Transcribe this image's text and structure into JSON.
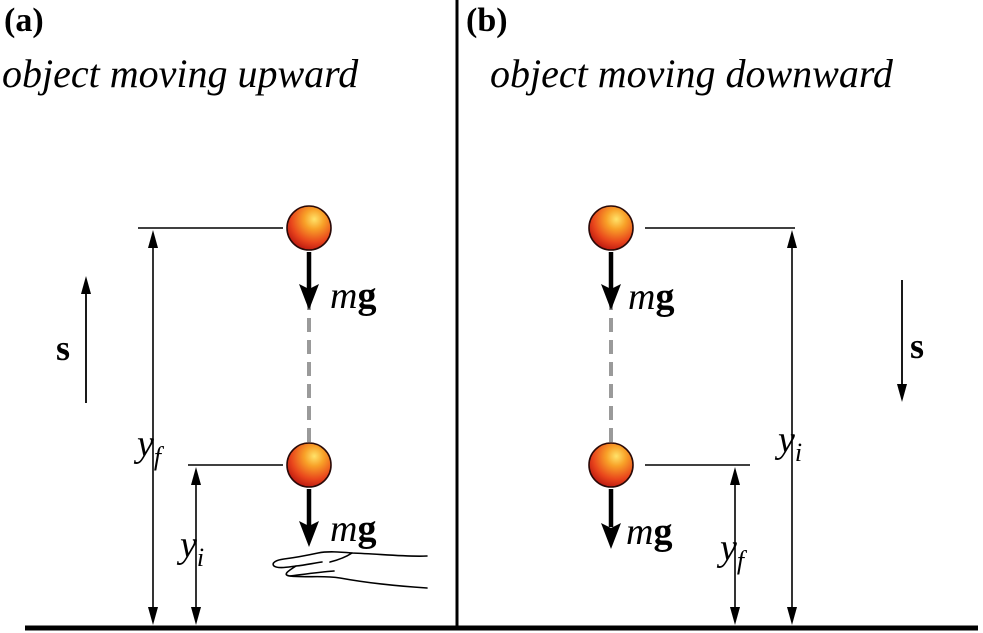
{
  "panel_a": {
    "label": "(a)",
    "caption": "object moving upward",
    "force_label_m": "m",
    "force_label_g": "g",
    "displacement_label": "s",
    "height_final": {
      "base": "y",
      "sub": "f"
    },
    "height_initial": {
      "base": "y",
      "sub": "i"
    }
  },
  "panel_b": {
    "label": "(b)",
    "caption": "object moving downward",
    "force_label_m": "m",
    "force_label_g": "g",
    "displacement_label": "s",
    "height_initial": {
      "base": "y",
      "sub": "i"
    },
    "height_final": {
      "base": "y",
      "sub": "f"
    }
  },
  "colors": {
    "ball_highlight": "#ffe36a",
    "ball_mid": "#f26a1b",
    "ball_edge": "#b81410",
    "dashed_path": "#9a9a9a",
    "ink": "#000000"
  },
  "icons": [
    "ball-icon",
    "hand-icon",
    "arrow-icon"
  ]
}
